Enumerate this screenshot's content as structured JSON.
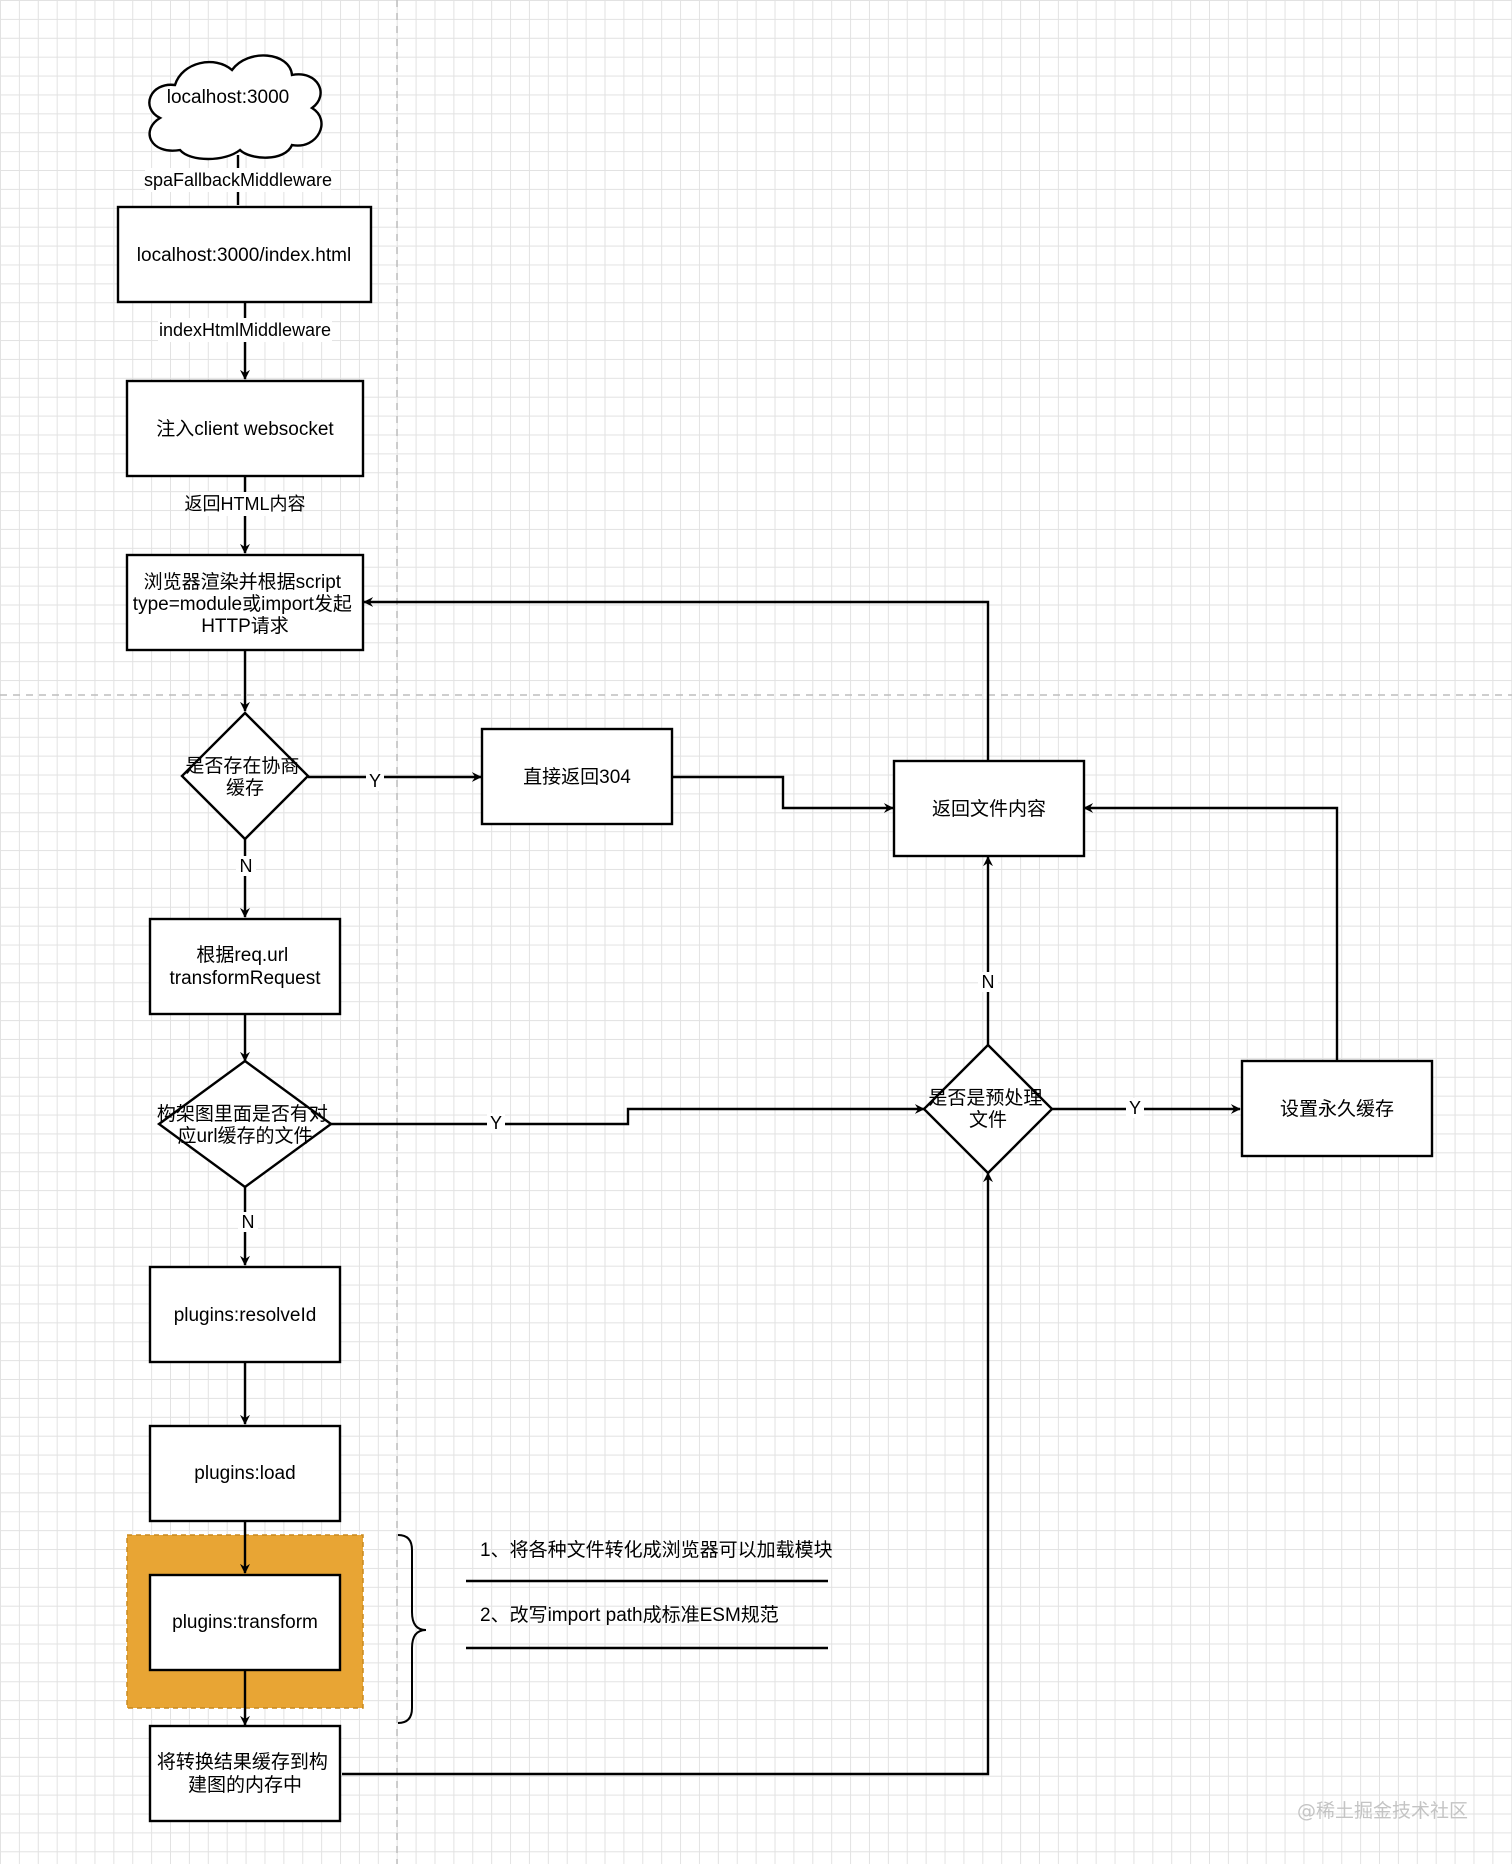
{
  "nodes": {
    "localhost": "localhost:3000",
    "index_html": "localhost:3000/index.html",
    "inject_ws": "注入client websocket",
    "browser_render": [
      "浏览器渲染并根据script",
      "type=module或import发起",
      "HTTP请求"
    ],
    "negotiation_cache": [
      "是否存在协商",
      "缓存"
    ],
    "return_304": "直接返回304",
    "return_file": "返回文件内容",
    "transform_request": [
      "根据req.url",
      "transformRequest"
    ],
    "module_graph_cache": [
      "构架图里面是否有对",
      "应url缓存的文件"
    ],
    "is_prebundled": [
      "是否是预处理",
      "文件"
    ],
    "set_permanent_cache": "设置永久缓存",
    "resolve_id": "plugins:resolveId",
    "load": "plugins:load",
    "transform": "plugins:transform",
    "cache_result": [
      "将转换结果缓存到构",
      "建图的内存中"
    ]
  },
  "edge_labels": {
    "spa_fallback": "spaFallbackMiddleware",
    "index_html_mw": "indexHtmlMiddleware",
    "return_html": "返回HTML内容",
    "neg_yes": "Y",
    "neg_no": "N",
    "graph_yes": "Y",
    "graph_no": "N",
    "pre_yes": "Y",
    "pre_no": "N"
  },
  "notes": {
    "note1": "1、将各种文件转化成浏览器可以加载模块",
    "note2": "2、改写import path成标准ESM规范"
  },
  "watermark": "@稀土掘金技术社区",
  "colors": {
    "highlight": "#e8a534",
    "highlight_border": "#c98a1e",
    "stroke": "#000000",
    "grid": "#e2e2e2"
  }
}
